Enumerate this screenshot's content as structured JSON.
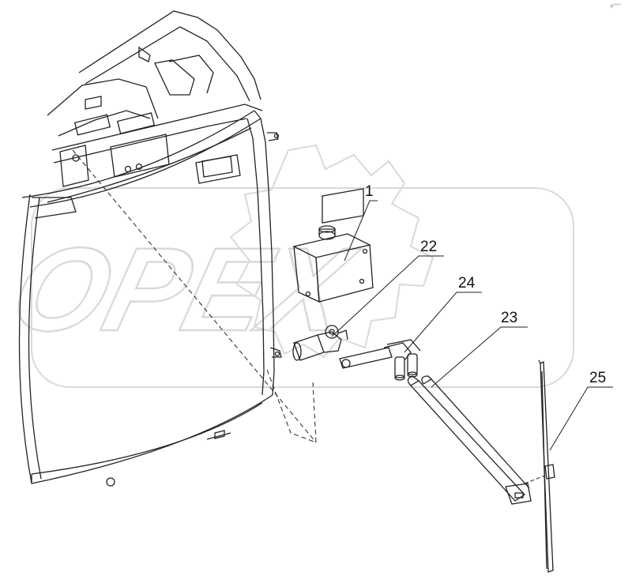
{
  "watermark": {
    "text": "OPEX",
    "color": "#d9d9d9"
  },
  "corner_mark": "p°°°°",
  "line_color": "#222222",
  "callouts": [
    {
      "id": "1",
      "label": "1",
      "part": "washer reservoir"
    },
    {
      "id": "22",
      "label": "22",
      "part": "wiper motor"
    },
    {
      "id": "24",
      "label": "24",
      "part": "wiper linkage"
    },
    {
      "id": "23",
      "label": "23",
      "part": "wiper arm"
    },
    {
      "id": "25",
      "label": "25",
      "part": "wiper blade"
    }
  ]
}
